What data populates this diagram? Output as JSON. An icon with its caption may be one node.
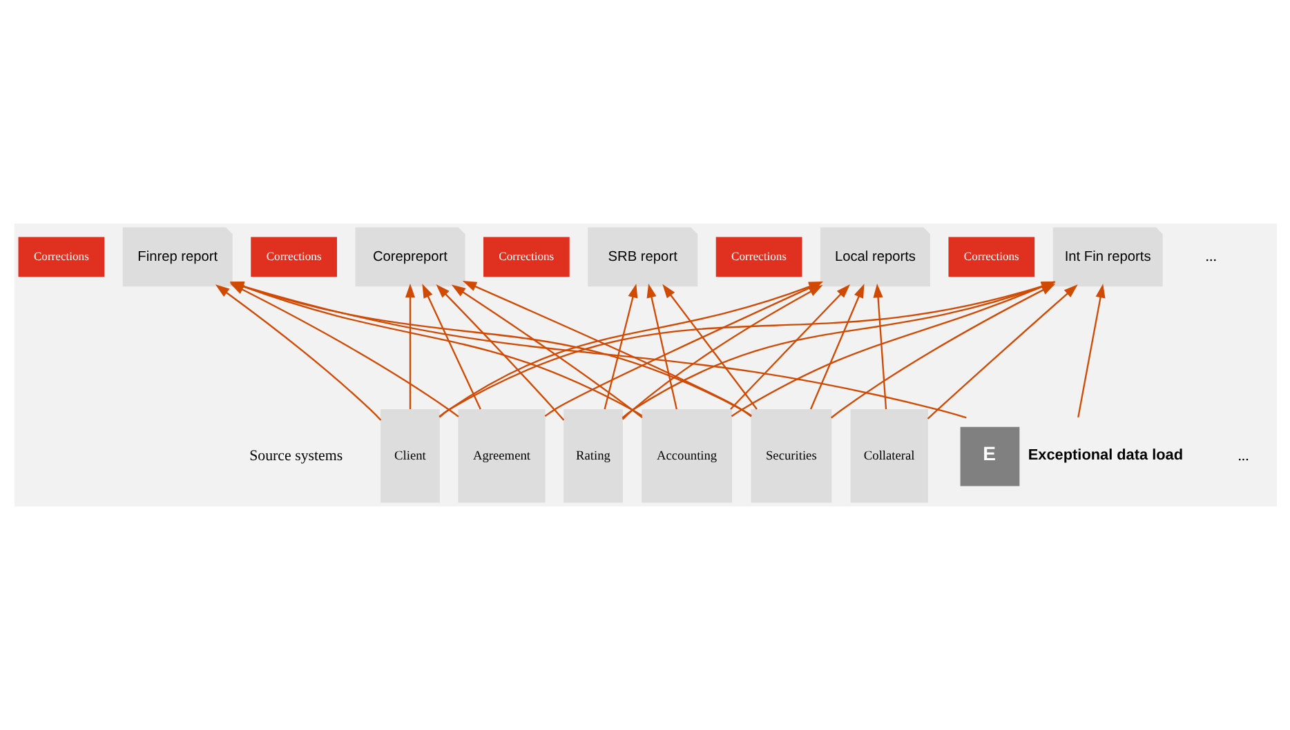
{
  "diagram": {
    "nodes": [
      {
        "text": [
          "Finrep report"
        ]
      },
      {
        "text": [
          "Corepreport"
        ]
      },
      {
        "text": [
          "SRB report"
        ]
      },
      {
        "text": [
          "Local reports"
        ]
      },
      {
        "text": [
          "Int Fin reports"
        ]
      },
      {
        "text": [
          "Corrections"
        ]
      },
      {
        "text": [
          "Corrections"
        ]
      },
      {
        "text": [
          "Corrections"
        ]
      },
      {
        "text": [
          "Corrections"
        ]
      },
      {
        "text": [
          "Corrections"
        ]
      },
      {
        "text": [
          "Client"
        ]
      },
      {
        "text": [
          "Agreement"
        ]
      },
      {
        "text": [
          "Rating"
        ]
      },
      {
        "text": [
          "Accounting"
        ]
      },
      {
        "text": [
          "Securities"
        ]
      },
      {
        "text": [
          "Collateral"
        ]
      },
      {
        "text": [
          "E"
        ],
        "beside": [
          "Exceptional data load"
        ]
      }
    ],
    "edges": [
      {
        "from": 10,
        "to": 0,
        "arrow": "to"
      },
      {
        "from": 11,
        "to": 0,
        "arrow": "to"
      },
      {
        "from": 13,
        "to": 0,
        "arrow": "to"
      },
      {
        "from": 14,
        "to": 0,
        "arrow": "to"
      },
      {
        "from": 16,
        "to": 0,
        "arrow": "to"
      },
      {
        "from": 10,
        "to": 1,
        "arrow": "to"
      },
      {
        "from": 11,
        "to": 1,
        "arrow": "to"
      },
      {
        "from": 12,
        "to": 1,
        "arrow": "to"
      },
      {
        "from": 13,
        "to": 1,
        "arrow": "to"
      },
      {
        "from": 14,
        "to": 1,
        "arrow": "to"
      },
      {
        "from": 12,
        "to": 2,
        "arrow": "to"
      },
      {
        "from": 13,
        "to": 2,
        "arrow": "to"
      },
      {
        "from": 14,
        "to": 2,
        "arrow": "to"
      },
      {
        "from": 10,
        "to": 3,
        "arrow": "to"
      },
      {
        "from": 11,
        "to": 3,
        "arrow": "to"
      },
      {
        "from": 12,
        "to": 3,
        "arrow": "to"
      },
      {
        "from": 13,
        "to": 3,
        "arrow": "to"
      },
      {
        "from": 14,
        "to": 3,
        "arrow": "to"
      },
      {
        "from": 15,
        "to": 3,
        "arrow": "to"
      },
      {
        "from": 10,
        "to": 4,
        "arrow": "to"
      },
      {
        "from": 12,
        "to": 4,
        "arrow": "to"
      },
      {
        "from": 13,
        "to": 4,
        "arrow": "to"
      },
      {
        "from": 14,
        "to": 4,
        "arrow": "to"
      },
      {
        "from": 15,
        "to": 4,
        "arrow": "to"
      },
      {
        "from": 16,
        "to": 4,
        "arrow": "to"
      }
    ],
    "labels": [
      "...",
      "Source systems",
      "..."
    ]
  }
}
